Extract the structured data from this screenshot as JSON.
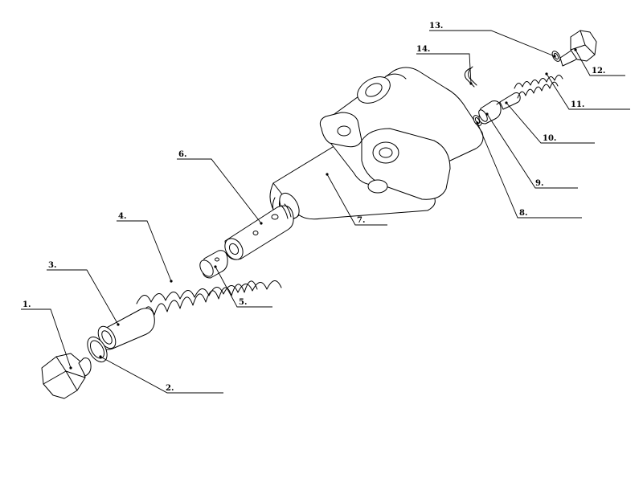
{
  "diagram": {
    "parts": [
      {
        "id": "part-1",
        "label": "1."
      },
      {
        "id": "part-2",
        "label": "2."
      },
      {
        "id": "part-3",
        "label": "3."
      },
      {
        "id": "part-4",
        "label": "4."
      },
      {
        "id": "part-5",
        "label": "5."
      },
      {
        "id": "part-6",
        "label": "6."
      },
      {
        "id": "part-7",
        "label": "7."
      },
      {
        "id": "part-8",
        "label": "8."
      },
      {
        "id": "part-9",
        "label": "9."
      },
      {
        "id": "part-10",
        "label": "10."
      },
      {
        "id": "part-11",
        "label": "11."
      },
      {
        "id": "part-12",
        "label": "12."
      },
      {
        "id": "part-13",
        "label": "13."
      },
      {
        "id": "part-14",
        "label": "14."
      }
    ]
  }
}
